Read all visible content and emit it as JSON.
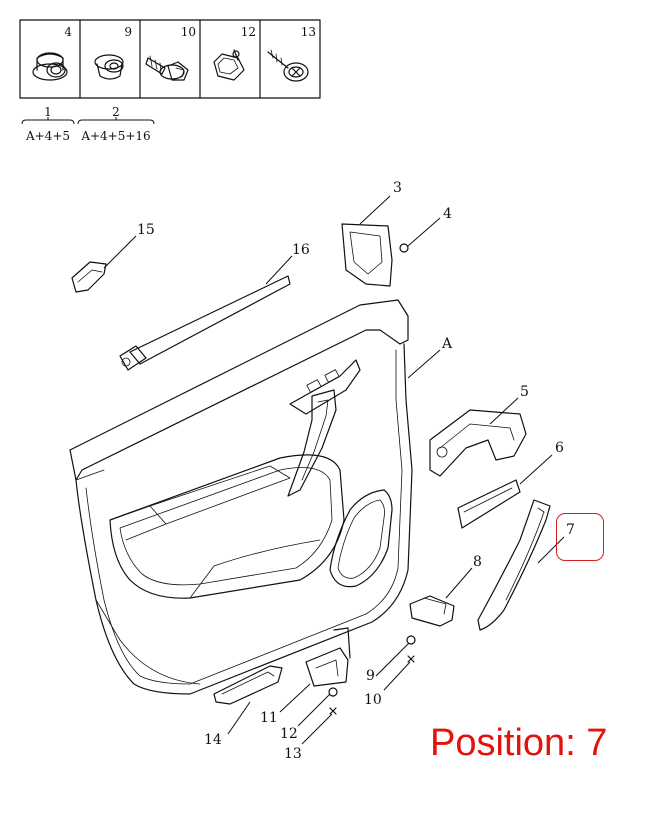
{
  "legend": {
    "cells": [
      {
        "number": "4",
        "icon": "flanged-nut-icon"
      },
      {
        "number": "9",
        "icon": "push-nut-icon"
      },
      {
        "number": "10",
        "icon": "flange-bolt-icon"
      },
      {
        "number": "12",
        "icon": "clip-icon"
      },
      {
        "number": "13",
        "icon": "screw-icon"
      }
    ],
    "kits": [
      {
        "number": "1",
        "contents": "A+4+5"
      },
      {
        "number": "2",
        "contents": "A+4+5+16"
      }
    ]
  },
  "callouts": {
    "c1": "1",
    "c2": "2",
    "c3": "3",
    "c4": "4",
    "c5": "5",
    "c6": "6",
    "c7": "7",
    "c8": "8",
    "c9": "9",
    "c10": "10",
    "c11": "11",
    "c12": "12",
    "c13": "13",
    "c14": "14",
    "c15": "15",
    "c16": "16",
    "cA": "A"
  },
  "highlight": {
    "label": "Position: 7",
    "color": "#e3120b"
  }
}
